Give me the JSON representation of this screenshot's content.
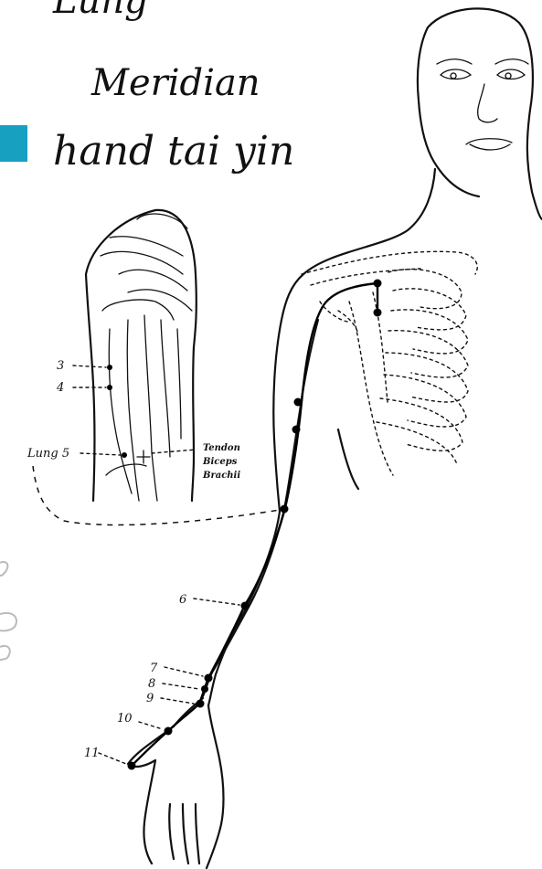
{
  "title": {
    "line1": "Lung",
    "line2": "Meridian",
    "line3": "hand tai yin"
  },
  "colors": {
    "accent": "#18a0c0",
    "ink": "#111111"
  },
  "inset": {
    "labels": [
      "3",
      "4",
      "Lung 5"
    ],
    "annotation": [
      "Tendon",
      "Biceps",
      "Brachii"
    ]
  },
  "points": [
    "6",
    "7",
    "8",
    "9",
    "10",
    "11"
  ]
}
